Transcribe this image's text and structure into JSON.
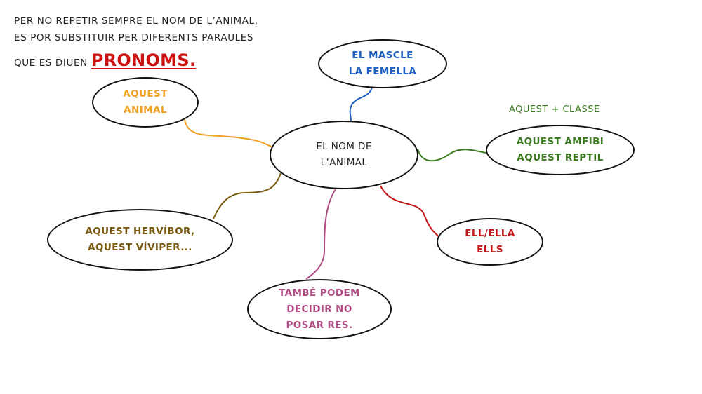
{
  "intro": {
    "line1": "PER NO REPETIR SEMPRE EL NOM DE L’ANIMAL,",
    "line2": "ES POR SUBSTITUIR PER DIFERENTS PARAULES",
    "line3": "QUE ES DIUEN",
    "emphasis": "PRONOMS."
  },
  "center": {
    "line1": "EL NOM DE",
    "line2": "L’ANIMAL"
  },
  "nodes": {
    "aquest_animal": {
      "line1": "AQUEST",
      "line2": "ANIMAL",
      "color": "#f0a020"
    },
    "mascle": {
      "line1": "EL MASCLE",
      "line2": "LA FEMELLA",
      "color": "#1f5fbf"
    },
    "classe": {
      "label": "AQUEST + CLASSE",
      "line1": "AQUEST AMFIBI",
      "line2": "AQUEST REPTIL",
      "color": "#3a7a1f"
    },
    "ell": {
      "line1": "ELL/ELLA",
      "line2": "ELLS",
      "color": "#c01818"
    },
    "res": {
      "line1": "TAMBÉ PODEM",
      "line2": "DECIDIR NO",
      "line3": "POSAR RES.",
      "color": "#b04a82"
    },
    "hervibor": {
      "line1": "AQUEST HERVÍBOR,",
      "line2": "AQUEST VÍVIPER...",
      "color": "#7a5a10"
    }
  }
}
